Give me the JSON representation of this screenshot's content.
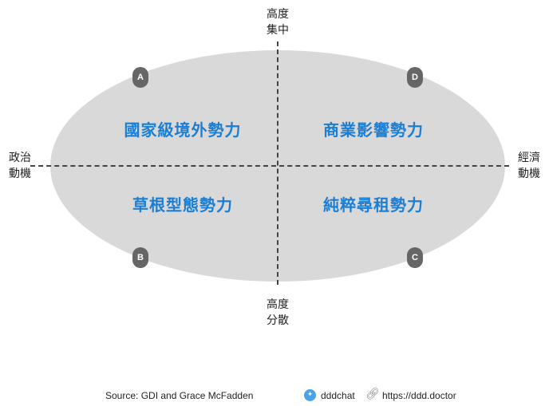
{
  "axes": {
    "top": [
      "高度",
      "集中"
    ],
    "bottom": [
      "高度",
      "分散"
    ],
    "left": [
      "政治",
      "動機"
    ],
    "right": [
      "經濟",
      "動機"
    ]
  },
  "quadrants": [
    {
      "badge": "A",
      "label": "國家級境外勢力"
    },
    {
      "badge": "D",
      "label": "商業影響勢力"
    },
    {
      "badge": "B",
      "label": "草根型態勢力"
    },
    {
      "badge": "C",
      "label": "純粹尋租勢力"
    }
  ],
  "footer": {
    "source": "Source: GDI and Grace McFadden",
    "twitter": "dddchat",
    "link": "https://ddd.doctor"
  },
  "colors": {
    "ellipse": "#d9d9d9",
    "label": "#1a7fd4",
    "badge": "#666666"
  }
}
